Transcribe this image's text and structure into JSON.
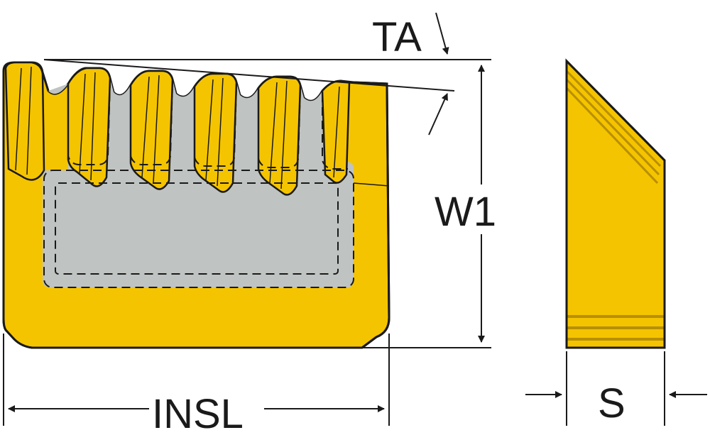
{
  "labels": {
    "ta": "TA",
    "w1": "W1",
    "insl": "INSL",
    "s": "S"
  },
  "colors": {
    "insert_yellow": "#f5c400",
    "insert_dark_yellow": "#b88f00",
    "shim_gray": "#bfc3c1",
    "outline": "#1a1a1a"
  }
}
